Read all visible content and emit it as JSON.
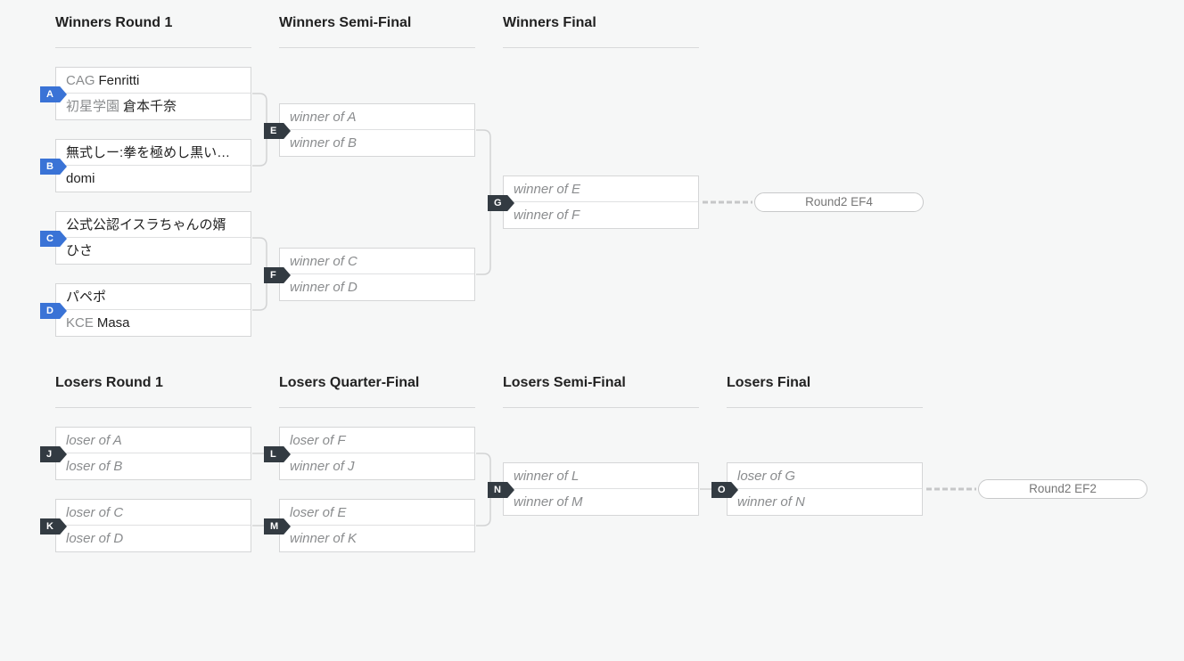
{
  "headers": {
    "winners_round1": "Winners Round 1",
    "winners_semi": "Winners Semi-Final",
    "winners_final": "Winners Final",
    "losers_round1": "Losers Round 1",
    "losers_quarter": "Losers Quarter-Final",
    "losers_semi": "Losers Semi-Final",
    "losers_final": "Losers Final"
  },
  "matches": {
    "A": {
      "label": "A",
      "top_prefix": "CAG",
      "top": "Fenritti",
      "bottom_prefix": "初星学園",
      "bottom": "倉本千奈"
    },
    "B": {
      "label": "B",
      "top": "無式しー:拳を極めし黒い…",
      "bottom": "domi"
    },
    "C": {
      "label": "C",
      "top": "公式公認イスラちゃんの婿",
      "bottom": "ひさ"
    },
    "D": {
      "label": "D",
      "top": "パペポ",
      "bottom_prefix": "KCE",
      "bottom": "Masa"
    },
    "E": {
      "label": "E",
      "top": "winner of A",
      "bottom": "winner of B"
    },
    "F": {
      "label": "F",
      "top": "winner of C",
      "bottom": "winner of D"
    },
    "G": {
      "label": "G",
      "top": "winner of E",
      "bottom": "winner of F"
    },
    "J": {
      "label": "J",
      "top": "loser of A",
      "bottom": "loser of B"
    },
    "K": {
      "label": "K",
      "top": "loser of C",
      "bottom": "loser of D"
    },
    "L": {
      "label": "L",
      "top": "loser of F",
      "bottom": "winner of J"
    },
    "M": {
      "label": "M",
      "top": "loser of E",
      "bottom": "winner of K"
    },
    "N": {
      "label": "N",
      "top": "winner of L",
      "bottom": "winner of M"
    },
    "O": {
      "label": "O",
      "top": "loser of G",
      "bottom": "winner of N"
    }
  },
  "results": {
    "winners": "Round2 EF4",
    "losers": "Round2 EF2"
  },
  "colors": {
    "entrant_tag": "#3a73d6",
    "match_tag": "#333b42",
    "connector": "#d2d3d4"
  }
}
